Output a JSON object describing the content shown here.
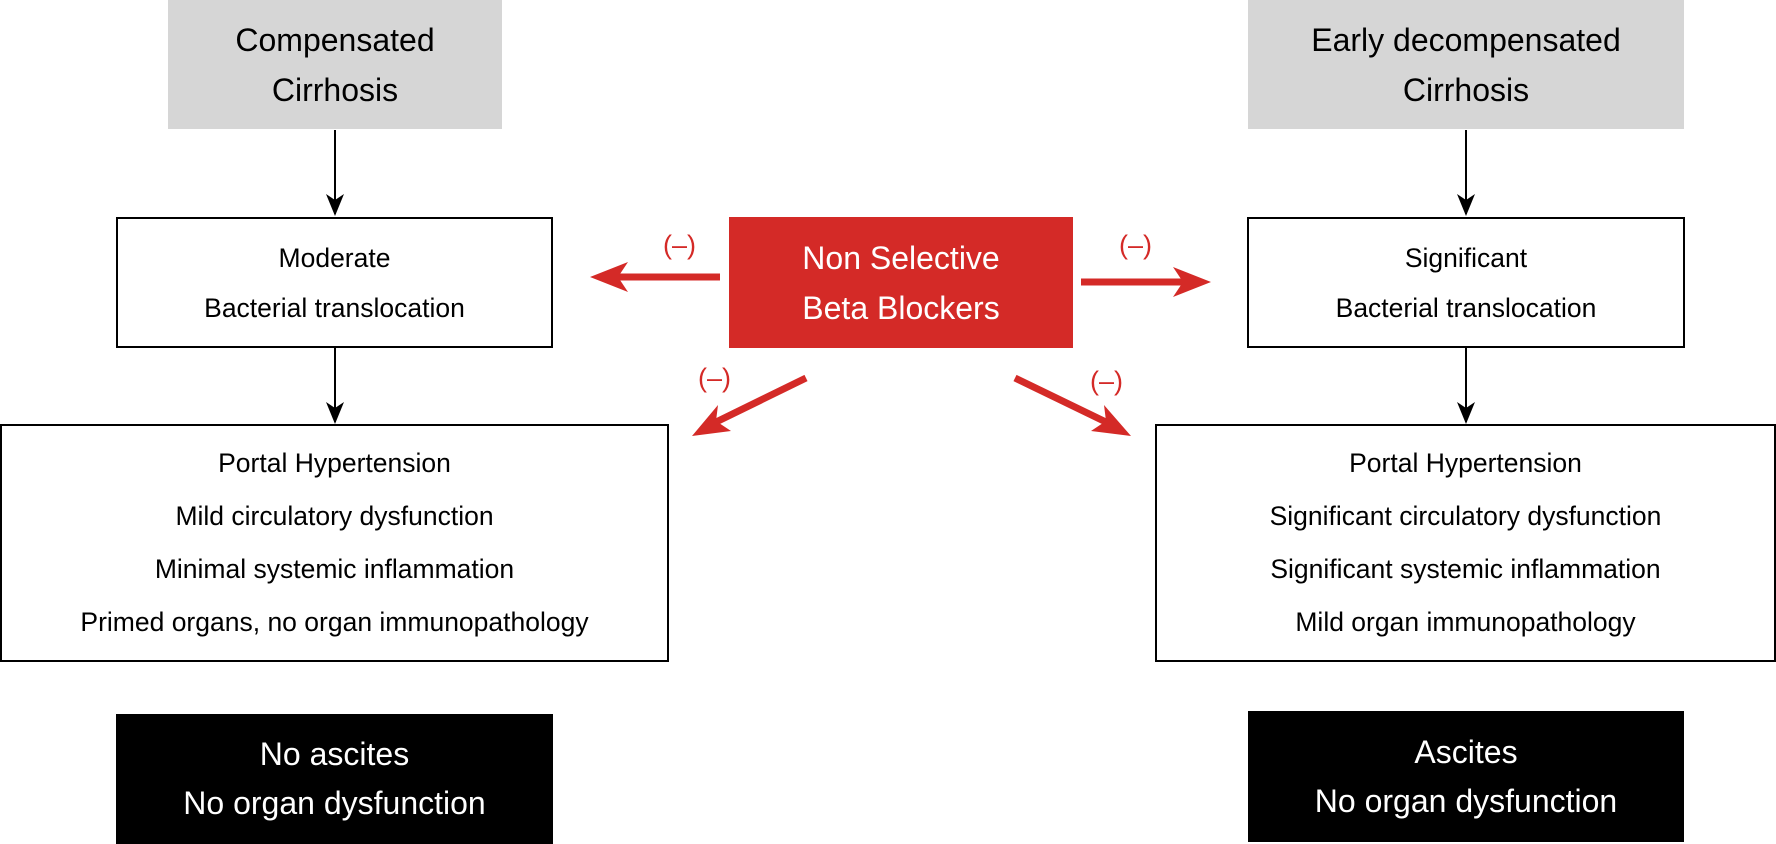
{
  "left_column": {
    "top_box": {
      "lines": [
        "Compensated",
        "Cirrhosis"
      ]
    },
    "middle_box": {
      "lines": [
        "Moderate",
        "Bacterial translocation"
      ]
    },
    "effects_box": {
      "lines": [
        "Portal Hypertension",
        "Mild circulatory dysfunction",
        "Minimal systemic inflammation",
        "Primed organs, no organ immunopathology"
      ]
    },
    "outcome_box": {
      "lines": [
        "No ascites",
        "No organ dysfunction"
      ]
    }
  },
  "center": {
    "drug_box": {
      "lines": [
        "Non Selective",
        "Beta Blockers"
      ]
    },
    "inhibition_labels": {
      "left": "(–)",
      "right": "(–)",
      "lower_left": "(–)",
      "lower_right": "(–)"
    }
  },
  "right_column": {
    "top_box": {
      "lines": [
        "Early decompensated",
        "Cirrhosis"
      ]
    },
    "middle_box": {
      "lines": [
        "Significant",
        "Bacterial translocation"
      ]
    },
    "effects_box": {
      "lines": [
        "Portal Hypertension",
        "Significant circulatory dysfunction",
        "Significant systemic inflammation",
        "Mild organ immunopathology"
      ]
    },
    "outcome_box": {
      "lines": [
        "Ascites",
        "No organ dysfunction"
      ]
    }
  },
  "colors": {
    "stage_box": "#d6d6d6",
    "drug_box": "#d42a27",
    "inhibition_arrow": "#d42a27",
    "outcome_box": "#000000",
    "flow_arrow": "#000000"
  }
}
